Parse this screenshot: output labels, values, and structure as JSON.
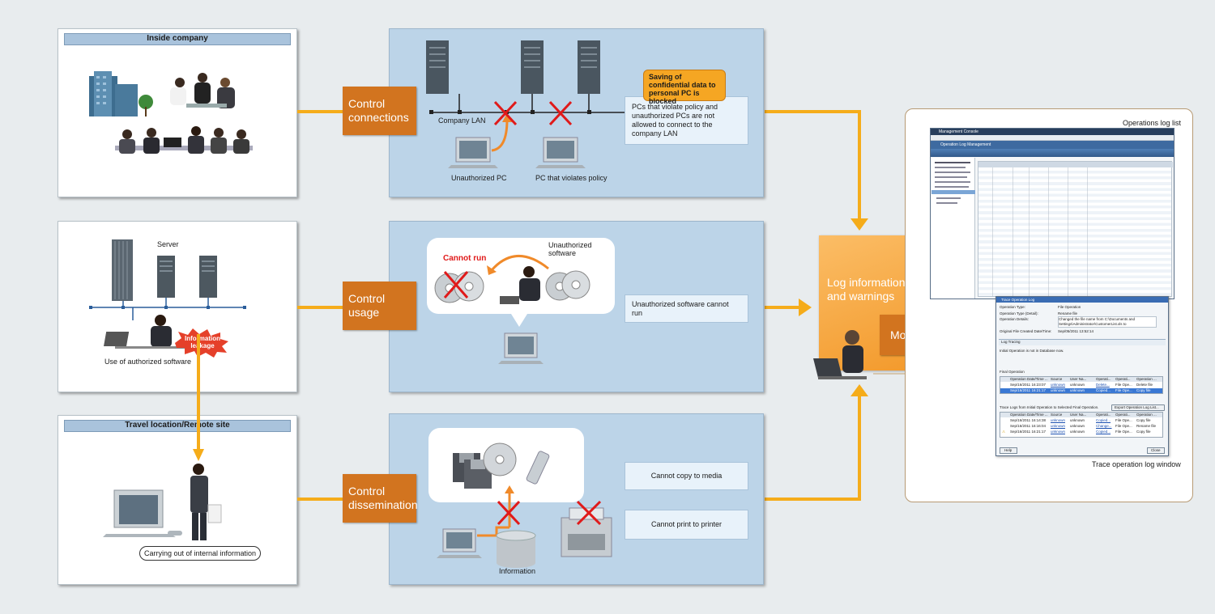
{
  "inside": {
    "title": "Inside company"
  },
  "connections": {
    "label": "Control\nconnections",
    "lan": "Company LAN",
    "unauth_pc": "Unauthorized PC",
    "violate_pc": "PC that violates policy",
    "callout": "Saving of confidential data to personal PC is blocked",
    "note": "PCs that violate policy and unauthorized PCs are not allowed to connect to the company LAN"
  },
  "server_card": {
    "server": "Server",
    "use": "Use of authorized software",
    "leak": "Information leakage"
  },
  "usage": {
    "label": "Control usage",
    "cannot_run": "Cannot run",
    "unauth_sw": "Unauthorized\nsoftware",
    "note": "Unauthorized software cannot run"
  },
  "travel": {
    "title": "Travel location/Remote site",
    "carry": "Carrying out of internal information"
  },
  "dissemination": {
    "label": "Control\ndissemination",
    "media": "Cannot copy to media",
    "printer": "Cannot print to printer",
    "info": "Information"
  },
  "center": {
    "log": "Log information\nand warnings",
    "monitor": "Monitor activity"
  },
  "ops": {
    "title": "Operations log list",
    "app_title": "Management Console",
    "tab": "Operation Log Management",
    "trace_caption": "Trace operation log window",
    "trace": {
      "title": "Trace Operation Log",
      "fields": [
        {
          "k": "Operation Type:",
          "v": "File Operation"
        },
        {
          "k": "Operation Type (Detail):",
          "v": "Rename file"
        },
        {
          "k": "Operation Details:",
          "v": "Changed the file name from C:\\Documents and Settings\\Administrator\\CustomerList.xls to"
        },
        {
          "k": "Original File Created Date/Time:",
          "v": "Sep/05/2011 13:52:14"
        }
      ],
      "log_tracing": "Log Tracing",
      "initial": "Initial Operation is not in Database now.",
      "final": "Final Operation",
      "final_cols": [
        "T...",
        "Operation Date/Time ...",
        "Source",
        "User Na...",
        "Operati...",
        "Operati...",
        "Operation ..."
      ],
      "final_rows": [
        [
          "",
          "Sep/16/2011 16:23:07",
          "unknown",
          "unknown",
          "Delete...",
          "File Ope...",
          "Delete file"
        ],
        [
          "",
          "Sep/16/2011 16:21:17",
          "unknown",
          "unknown",
          "Copied...",
          "File Ope...",
          "Copy file"
        ]
      ],
      "trace_logs": "Trace Logs from Initial Operation to Selected Final Operation.",
      "export": "Export Operation Log List...",
      "trace_cols": [
        "S...",
        "Operation Date/Time ...",
        "Source",
        "User Na...",
        "Operati...",
        "Operati...",
        "Operation ..."
      ],
      "trace_rows": [
        [
          "",
          "Sep/16/2011 16:14:38",
          "unknown",
          "unknown",
          "Copied...",
          "File Ope...",
          "Copy file"
        ],
        [
          "",
          "Sep/16/2011 16:16:04",
          "unknown",
          "unknown",
          "Change...",
          "File Ope...",
          "Rename file"
        ],
        [
          "",
          "Sep/16/2011 16:21:17",
          "unknown",
          "unknown",
          "Copied...",
          "File Ope...",
          "Copy file"
        ]
      ],
      "help": "Help",
      "close": "Close"
    }
  },
  "colors": {
    "orange_box": "#d2741f",
    "arrow": "#f5ac1a",
    "panel": "#bcd4e8",
    "title_bar": "#a9c3dc",
    "red_x": "#e01a1a"
  }
}
